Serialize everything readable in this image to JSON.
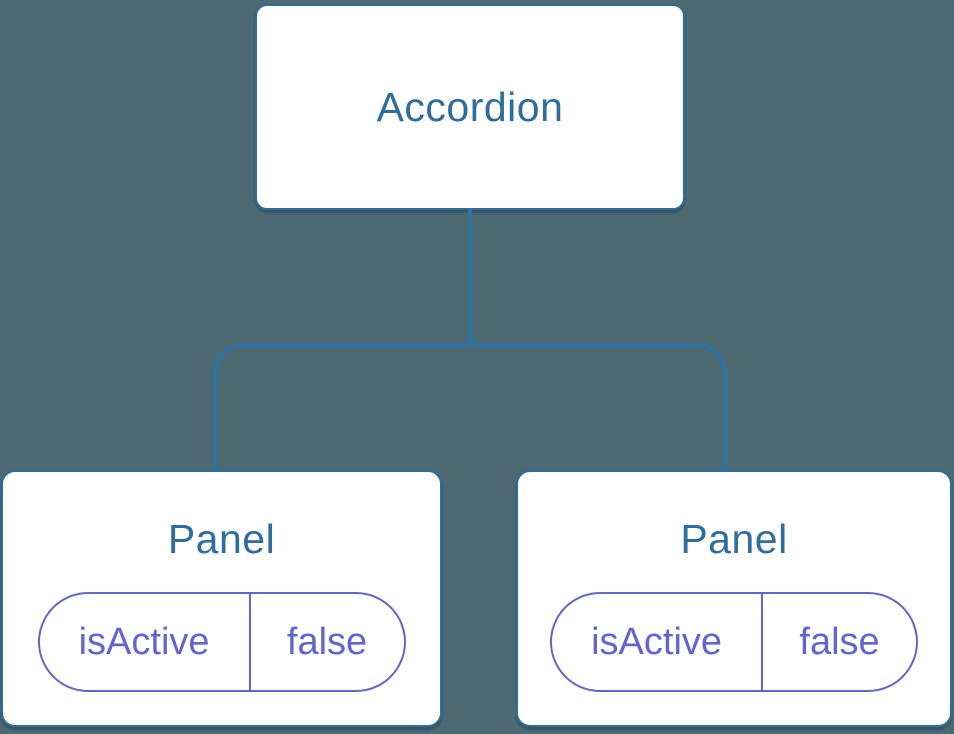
{
  "diagram": {
    "root": {
      "label": "Accordion"
    },
    "panels": [
      {
        "title": "Panel",
        "state": {
          "key": "isActive",
          "value": "false"
        }
      },
      {
        "title": "Panel",
        "state": {
          "key": "isActive",
          "value": "false"
        }
      }
    ]
  },
  "colors": {
    "background": "#4d6972",
    "node_fill": "#ffffff",
    "node_border": "#2d6e9e",
    "node_text": "#2d6e9e",
    "connector": "#2d72a3",
    "state_pill": "#6065d5"
  }
}
